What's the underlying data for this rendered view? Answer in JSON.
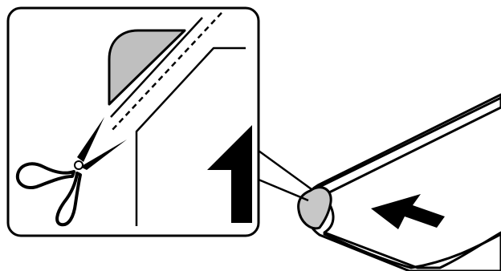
{
  "illustration": {
    "colors": {
      "outline": "#000000",
      "background": "#ffffff",
      "paper_fill": "#ffffff",
      "cut_corner_fill": "#bfbfbf",
      "curl_fill": "#c7c7c7"
    },
    "icons": {
      "zoom_panel": "rounded-square-callout",
      "cut_corner": "cut-corner-shape",
      "cut_line": "dashed-cut-line",
      "scissors": "scissors-icon",
      "feed_arrow": "up-arrow-icon",
      "paper_sheet": "curled-paper-sheet",
      "insert_arrow": "left-arrow-icon"
    }
  }
}
